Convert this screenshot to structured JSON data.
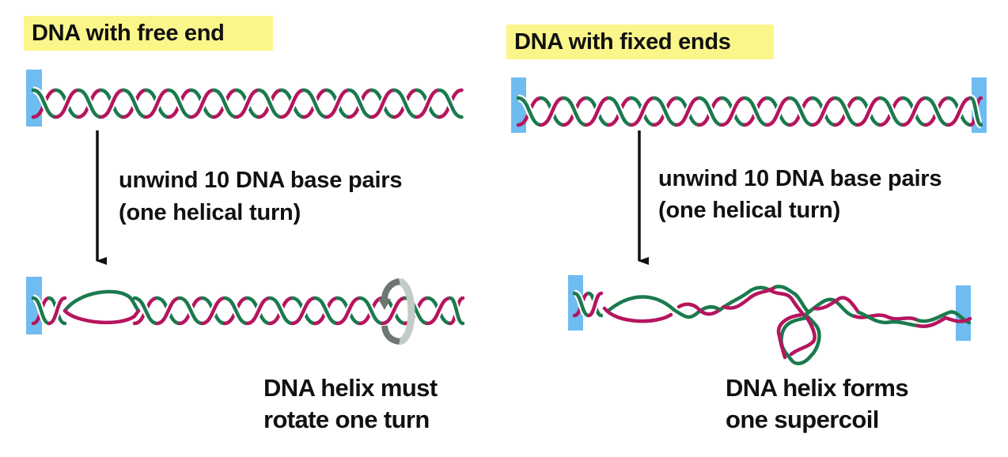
{
  "colors": {
    "strand_a": "#1b7a4e",
    "strand_b": "#b5155e",
    "anchor": "#6ebcf0",
    "title_highlight": "#fbf68a",
    "arrow": "#111111",
    "rotation_dark": "#6f7570",
    "rotation_light": "#c2cbc4"
  },
  "left_panel": {
    "title": "DNA with free end",
    "step_label_line1": "unwind 10 DNA base pairs",
    "step_label_line2": "(one helical turn)",
    "result_line1": "DNA helix must",
    "result_line2": "rotate one turn",
    "ends": "one anchored end, one free end",
    "icons": [
      "anchor-bar",
      "down-arrow",
      "rotation-arrow"
    ]
  },
  "right_panel": {
    "title": "DNA with fixed ends",
    "step_label_line1": "unwind 10 DNA base pairs",
    "step_label_line2": "(one helical turn)",
    "result_line1": "DNA helix forms",
    "result_line2": "one supercoil",
    "ends": "both ends anchored",
    "icons": [
      "anchor-bar",
      "down-arrow",
      "supercoil-loop"
    ]
  }
}
